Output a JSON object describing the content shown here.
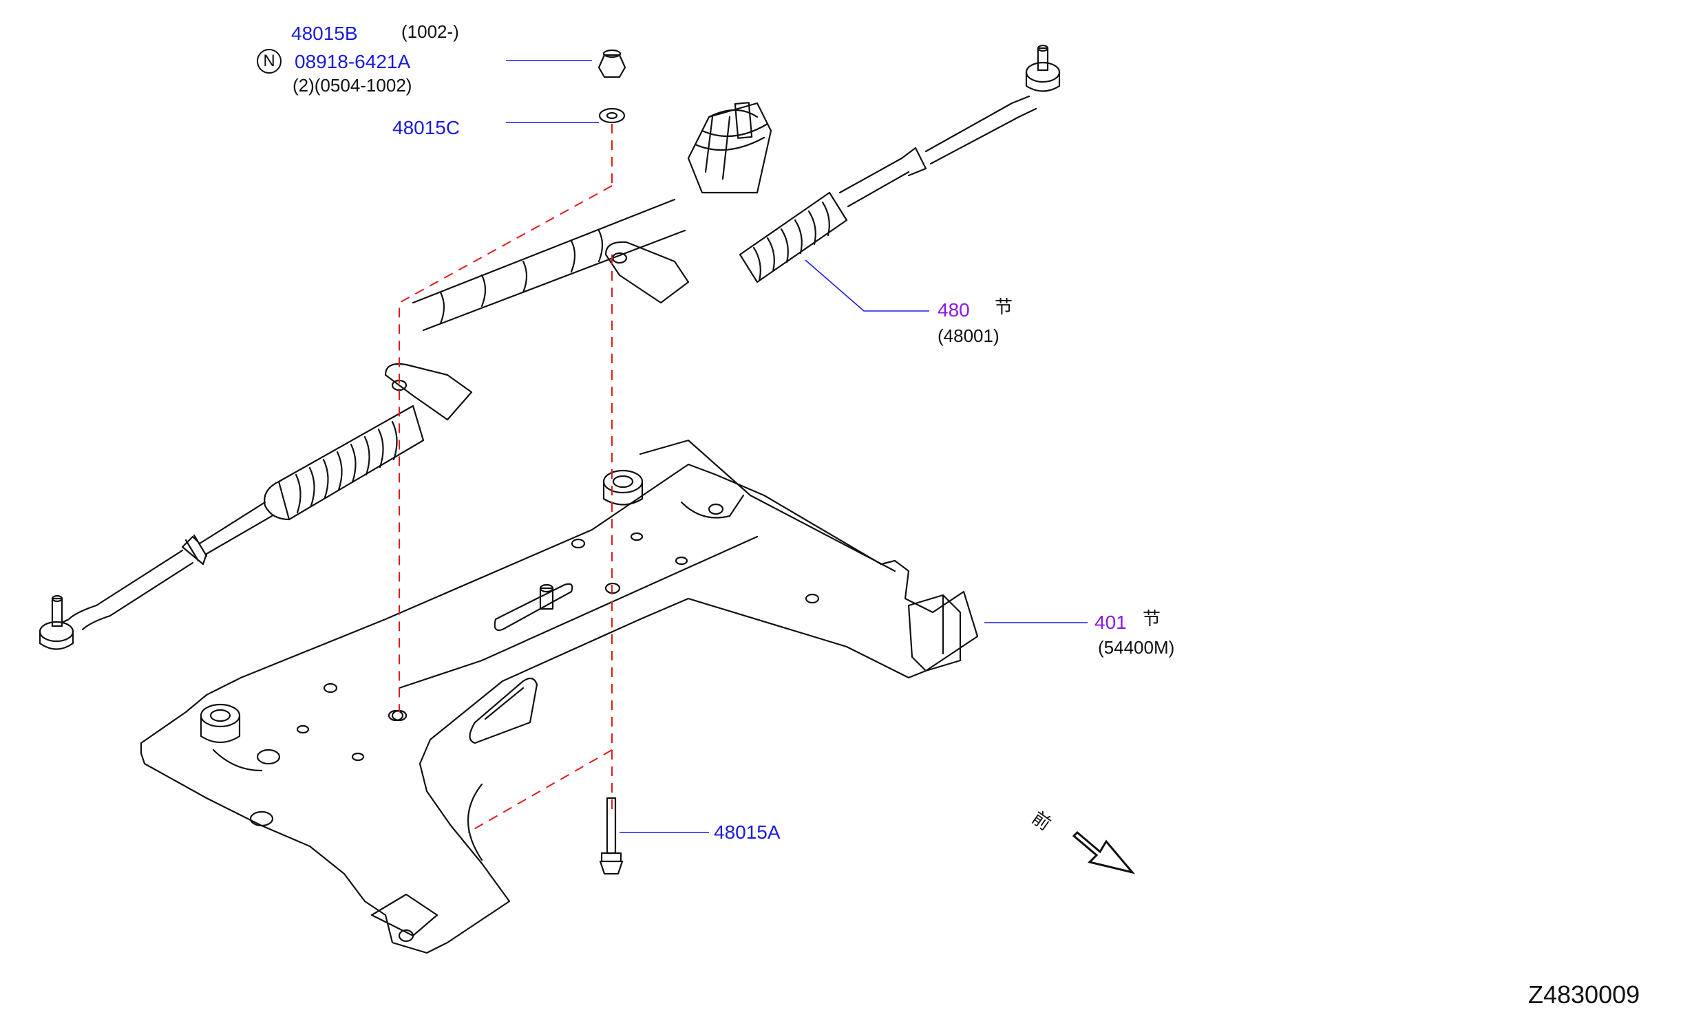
{
  "colors": {
    "part_number": "#1a1ae0",
    "assembly_number": "#8a1ae6",
    "leader_line": "#1a1ae0",
    "dashed_guide": "#e01a1a",
    "outline": "#111111"
  },
  "icons": {
    "n_badge": "circled-letter-n",
    "front_arrow": "front-direction-arrow"
  },
  "labels": {
    "p48015b": {
      "number": "48015B",
      "note": "(1002-)"
    },
    "p08918": {
      "badge": "N",
      "number": "08918-6421A",
      "note": "(2)(0504-1002)"
    },
    "p48015c": {
      "number": "48015C"
    },
    "p480": {
      "number": "480",
      "kanji": "节",
      "sub": "(48001)"
    },
    "p401": {
      "number": "401",
      "kanji": "节",
      "sub": "(54400M)"
    },
    "p48015a": {
      "number": "48015A"
    },
    "front": {
      "kanji": "前"
    }
  },
  "diagram_id": "Z4830009"
}
